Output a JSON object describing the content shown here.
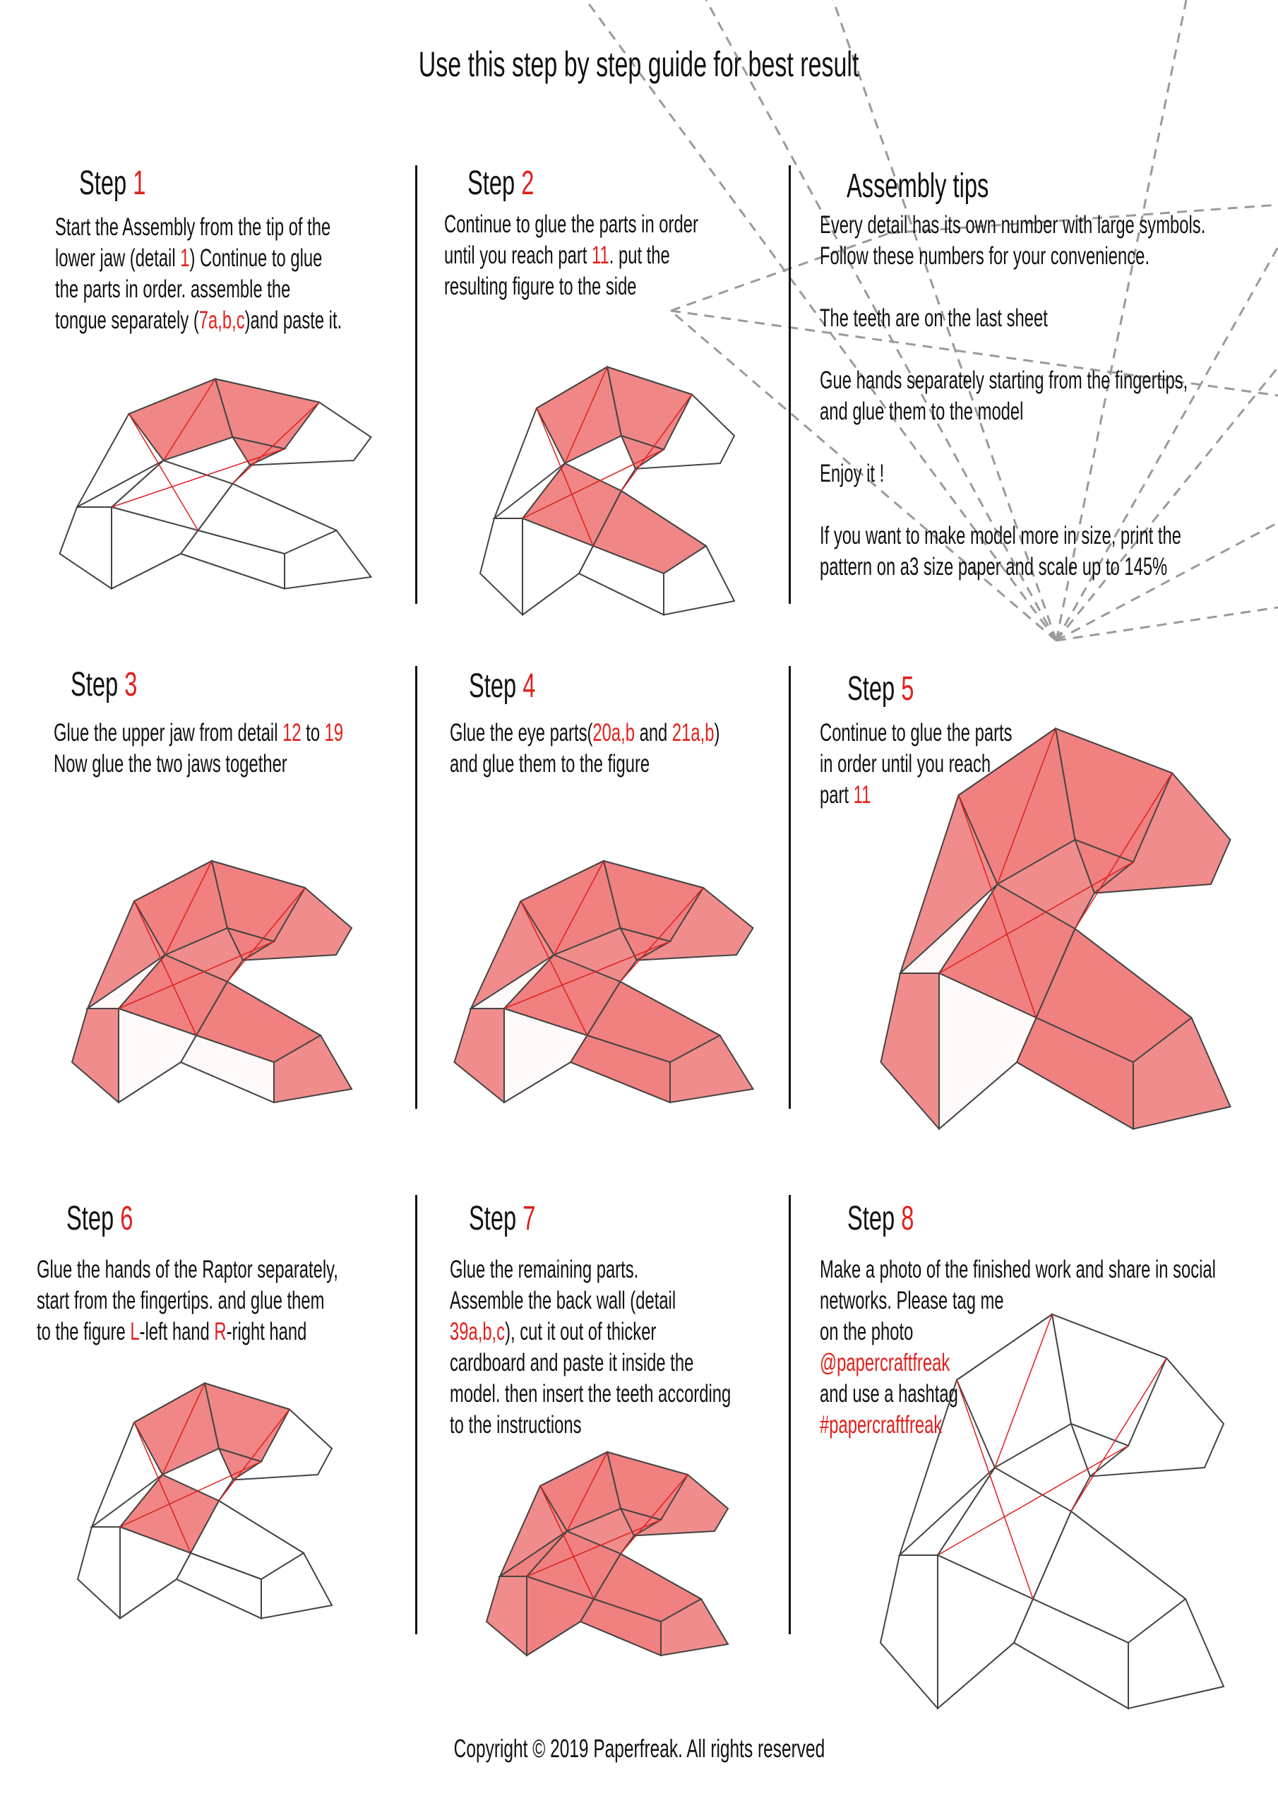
{
  "title": "Use this step by step guide for best result",
  "colors": {
    "accent": "#e0201c",
    "paper_fill": "#f08080",
    "text": "#111111"
  },
  "steps": [
    {
      "label": "Step",
      "num": "1",
      "lines": [
        [
          {
            "t": "Start the Assembly from the tip of the"
          }
        ],
        [
          {
            "t": "lower jaw (detail "
          },
          {
            "t": "1",
            "r": true
          },
          {
            "t": ") Continue to glue"
          }
        ],
        [
          {
            "t": "the parts in order. assemble the"
          }
        ],
        [
          {
            "t": "tongue separately ("
          },
          {
            "t": "7a,b,c",
            "r": true
          },
          {
            "t": ")and paste it."
          }
        ]
      ]
    },
    {
      "label": "Step",
      "num": "2",
      "lines": [
        [
          {
            "t": "Continue to glue the parts in order"
          }
        ],
        [
          {
            "t": "until you reach part "
          },
          {
            "t": "11",
            "r": true
          },
          {
            "t": ". put the"
          }
        ],
        [
          {
            "t": "resulting figure to the side"
          }
        ]
      ]
    },
    {
      "label": "Step",
      "num": "3",
      "lines": [
        [
          {
            "t": "Glue the upper jaw from detail "
          },
          {
            "t": "12",
            "r": true
          },
          {
            "t": " to "
          },
          {
            "t": "19",
            "r": true
          }
        ],
        [
          {
            "t": "Now glue the two jaws together"
          }
        ]
      ]
    },
    {
      "label": "Step",
      "num": "4",
      "lines": [
        [
          {
            "t": "Glue the eye parts("
          },
          {
            "t": "20a,b",
            "r": true
          },
          {
            "t": " and "
          },
          {
            "t": "21a,b",
            "r": true
          },
          {
            "t": ")"
          }
        ],
        [
          {
            "t": "and glue them to the figure"
          }
        ]
      ]
    },
    {
      "label": "Step",
      "num": "5",
      "lines": [
        [
          {
            "t": "Continue to glue the parts"
          }
        ],
        [
          {
            "t": "in order until you reach"
          }
        ],
        [
          {
            "t": "part "
          },
          {
            "t": "11",
            "r": true
          }
        ]
      ]
    },
    {
      "label": "Step",
      "num": "6",
      "lines": [
        [
          {
            "t": "Glue the hands of the Raptor separately,"
          }
        ],
        [
          {
            "t": "start from the fingertips. and glue them"
          }
        ],
        [
          {
            "t": "to the figure "
          },
          {
            "t": "L",
            "r": true
          },
          {
            "t": "-left hand "
          },
          {
            "t": "R",
            "r": true
          },
          {
            "t": "-right hand"
          }
        ]
      ]
    },
    {
      "label": "Step",
      "num": "7",
      "lines": [
        [
          {
            "t": "Glue the remaining parts."
          }
        ],
        [
          {
            "t": "Assemble the back wall (detail"
          }
        ],
        [
          {
            "t": "39a,b,c",
            "r": true
          },
          {
            "t": "), cut it out of thicker"
          }
        ],
        [
          {
            "t": "cardboard and paste it inside the"
          }
        ],
        [
          {
            "t": "model. then insert the teeth according"
          }
        ],
        [
          {
            "t": "to the instructions"
          }
        ]
      ]
    },
    {
      "label": "Step",
      "num": "8",
      "lines": [
        [
          {
            "t": "Make a photo of the finished work and share in social"
          }
        ],
        [
          {
            "t": "networks. Please tag me"
          }
        ],
        [
          {
            "t": "on the photo"
          }
        ],
        [
          {
            "t": "@papercraftfreak",
            "r": true
          }
        ],
        [
          {
            "t": " and use a hashtag"
          }
        ],
        [
          {
            "t": " #papercraftfreak",
            "r": true
          }
        ]
      ]
    }
  ],
  "tips": {
    "heading": "Assembly tips",
    "lines": [
      "Every detail has its own number with large symbols.",
      "Follow these numbers for your convenience.",
      "",
      "The teeth are on the last sheet",
      "",
      "Gue hands separately starting from the fingertips,",
      "and glue them to the model",
      "",
      "Enjoy it !",
      "",
      "If you want to make model more in size, print the",
      "pattern on a3 size paper and scale up to 145%"
    ]
  },
  "copyright": "Copyright © 2019 Paperfreak. All rights reserved"
}
